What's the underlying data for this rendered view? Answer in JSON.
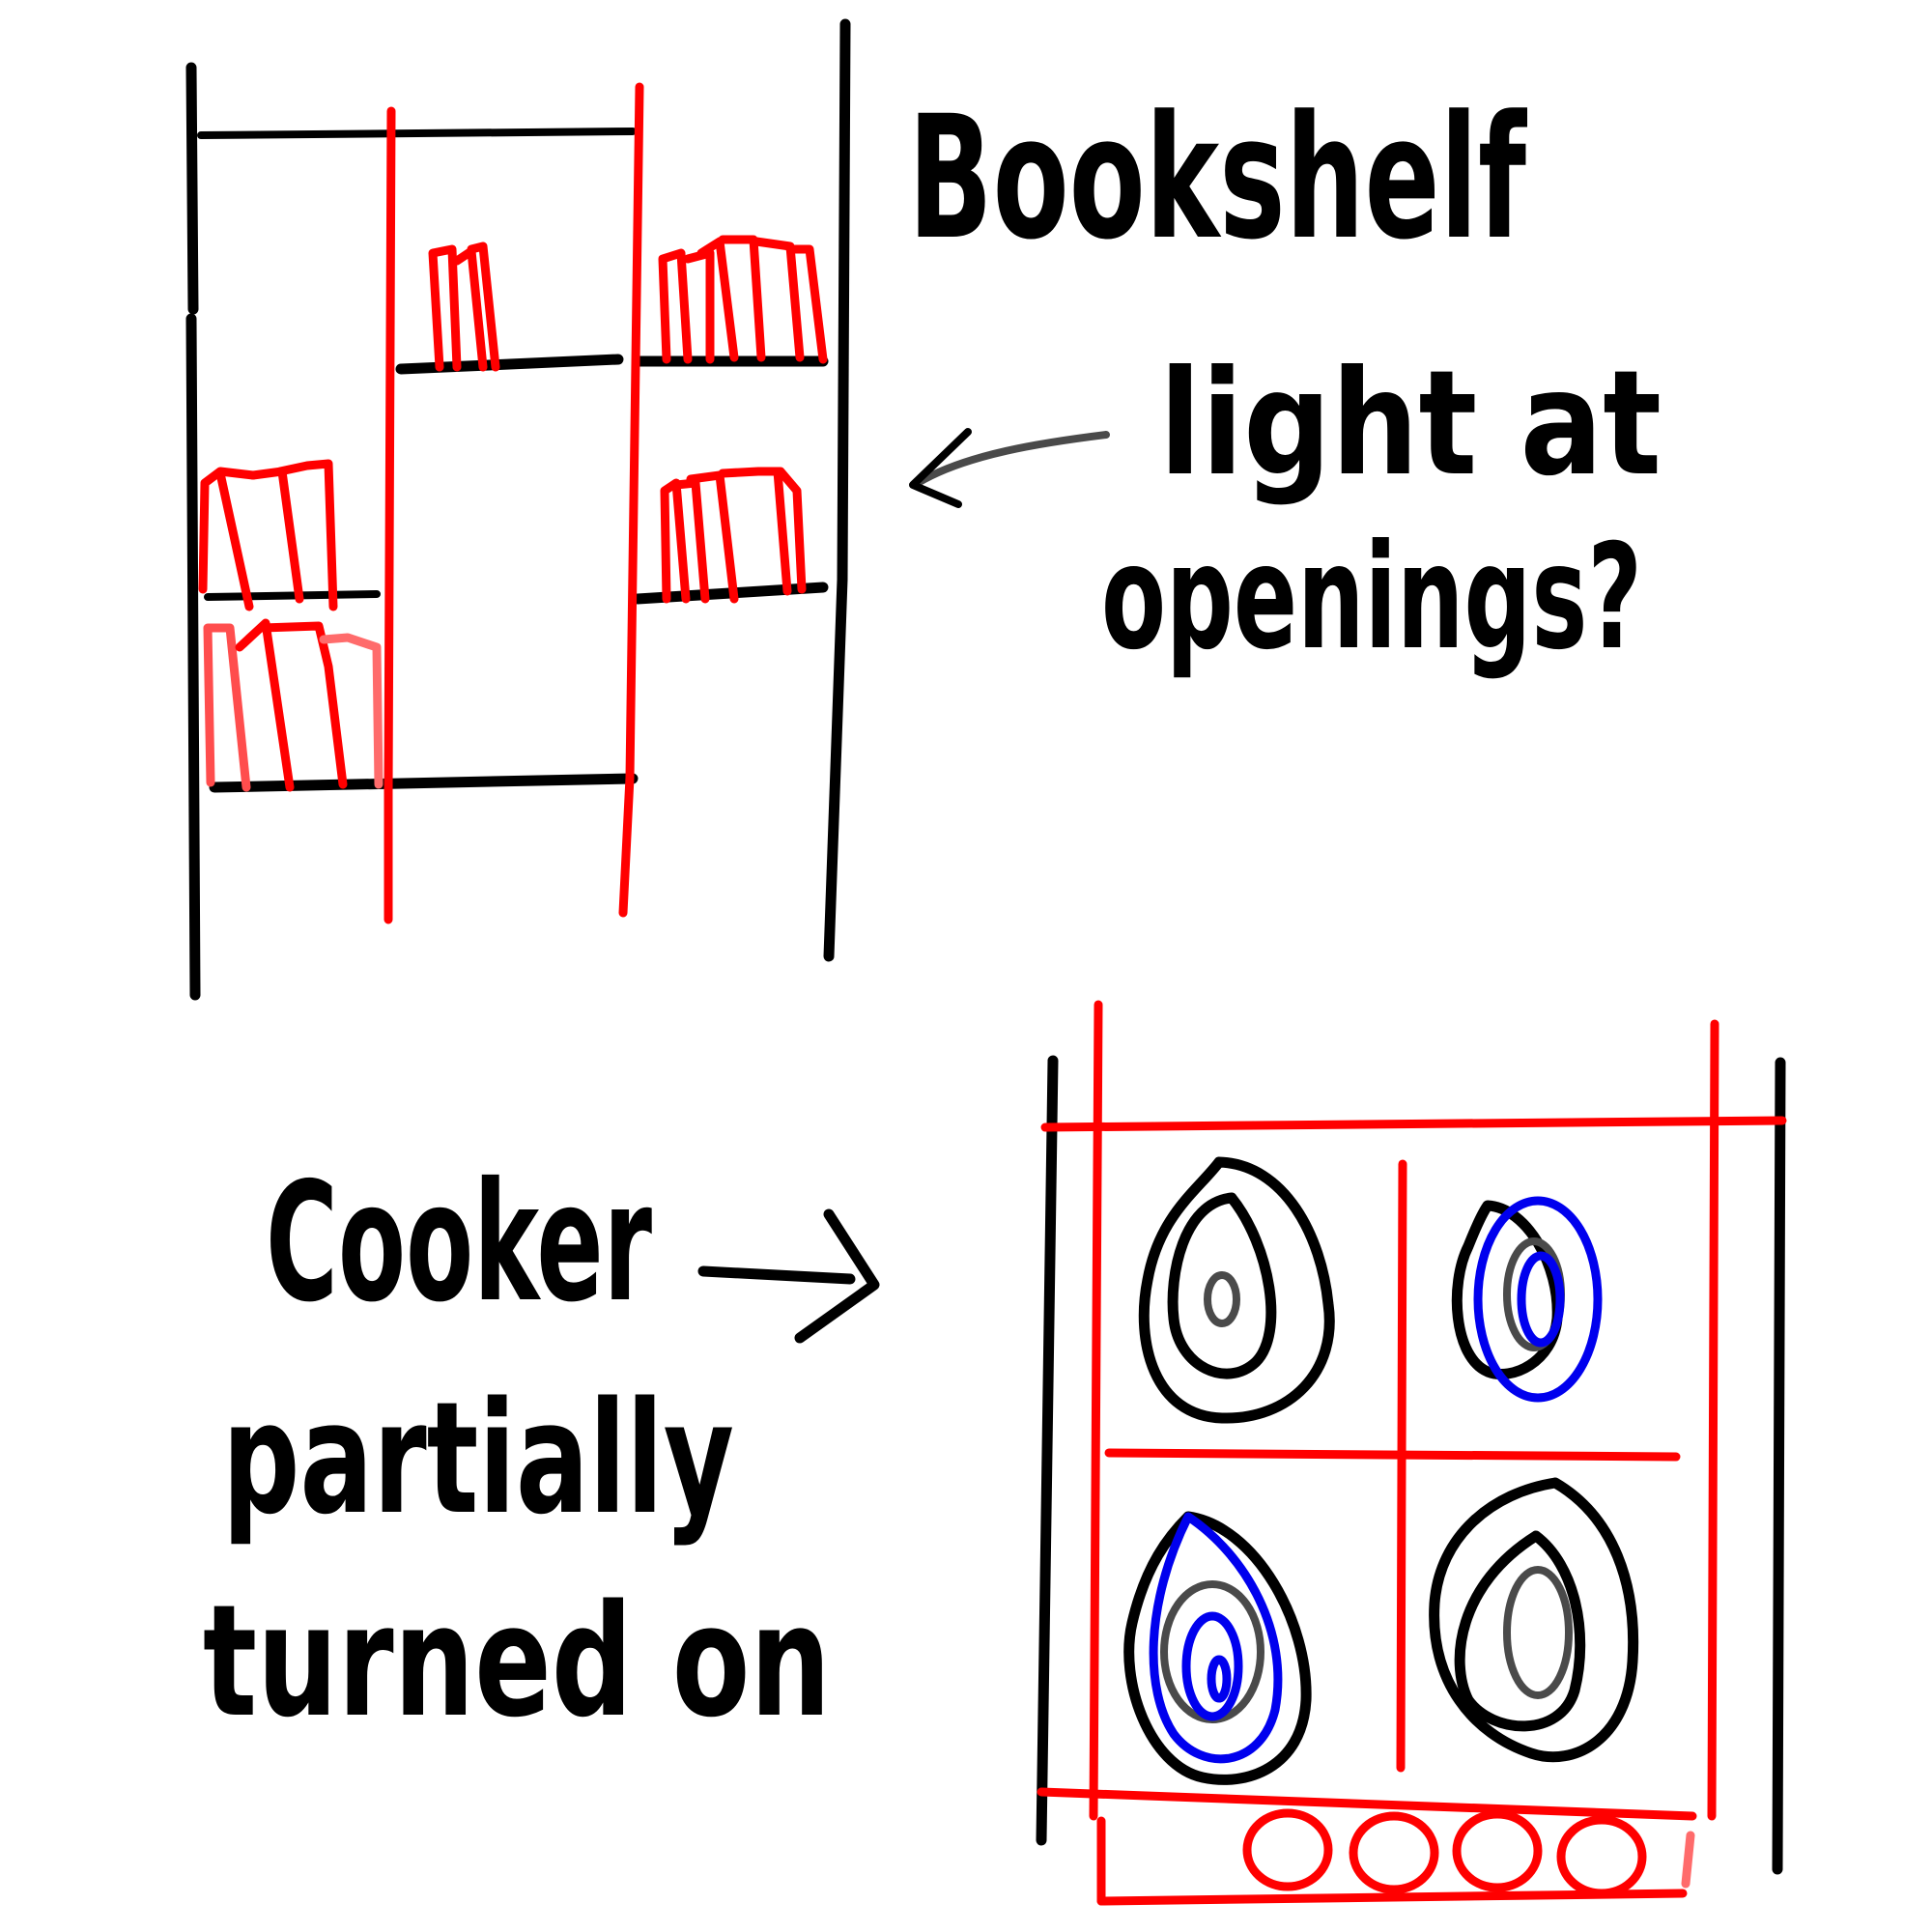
{
  "labels": {
    "bookshelf": "Bookshelf",
    "light_line1": "light at",
    "light_line2": "openings?",
    "cooker_line1": "Cooker",
    "cooker_line2": "partially",
    "cooker_line3": "turned on"
  },
  "colors": {
    "ink": "#000000",
    "accent": "#ff0000",
    "highlight": "#0000ee"
  },
  "cooker": {
    "burners_on": 2,
    "burners_total": 4,
    "knobs": 4
  }
}
